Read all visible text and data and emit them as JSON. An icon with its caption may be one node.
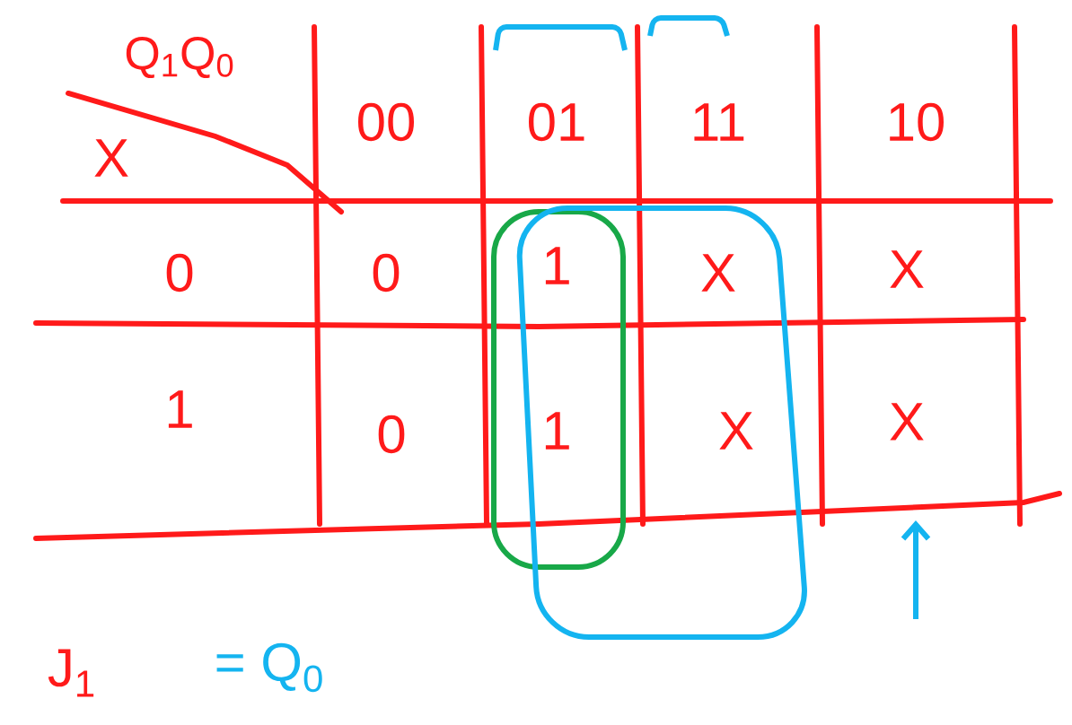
{
  "diagram": {
    "labels": [
      "Q$_{1}$Q$_{0}$",
      "00",
      "01",
      "11",
      "10",
      "X",
      "0",
      "0",
      "1",
      "X",
      "X",
      "1",
      "0",
      "1",
      "X",
      "X",
      "J$_{1}$",
      "= Q$_{0}$"
    ]
  }
}
